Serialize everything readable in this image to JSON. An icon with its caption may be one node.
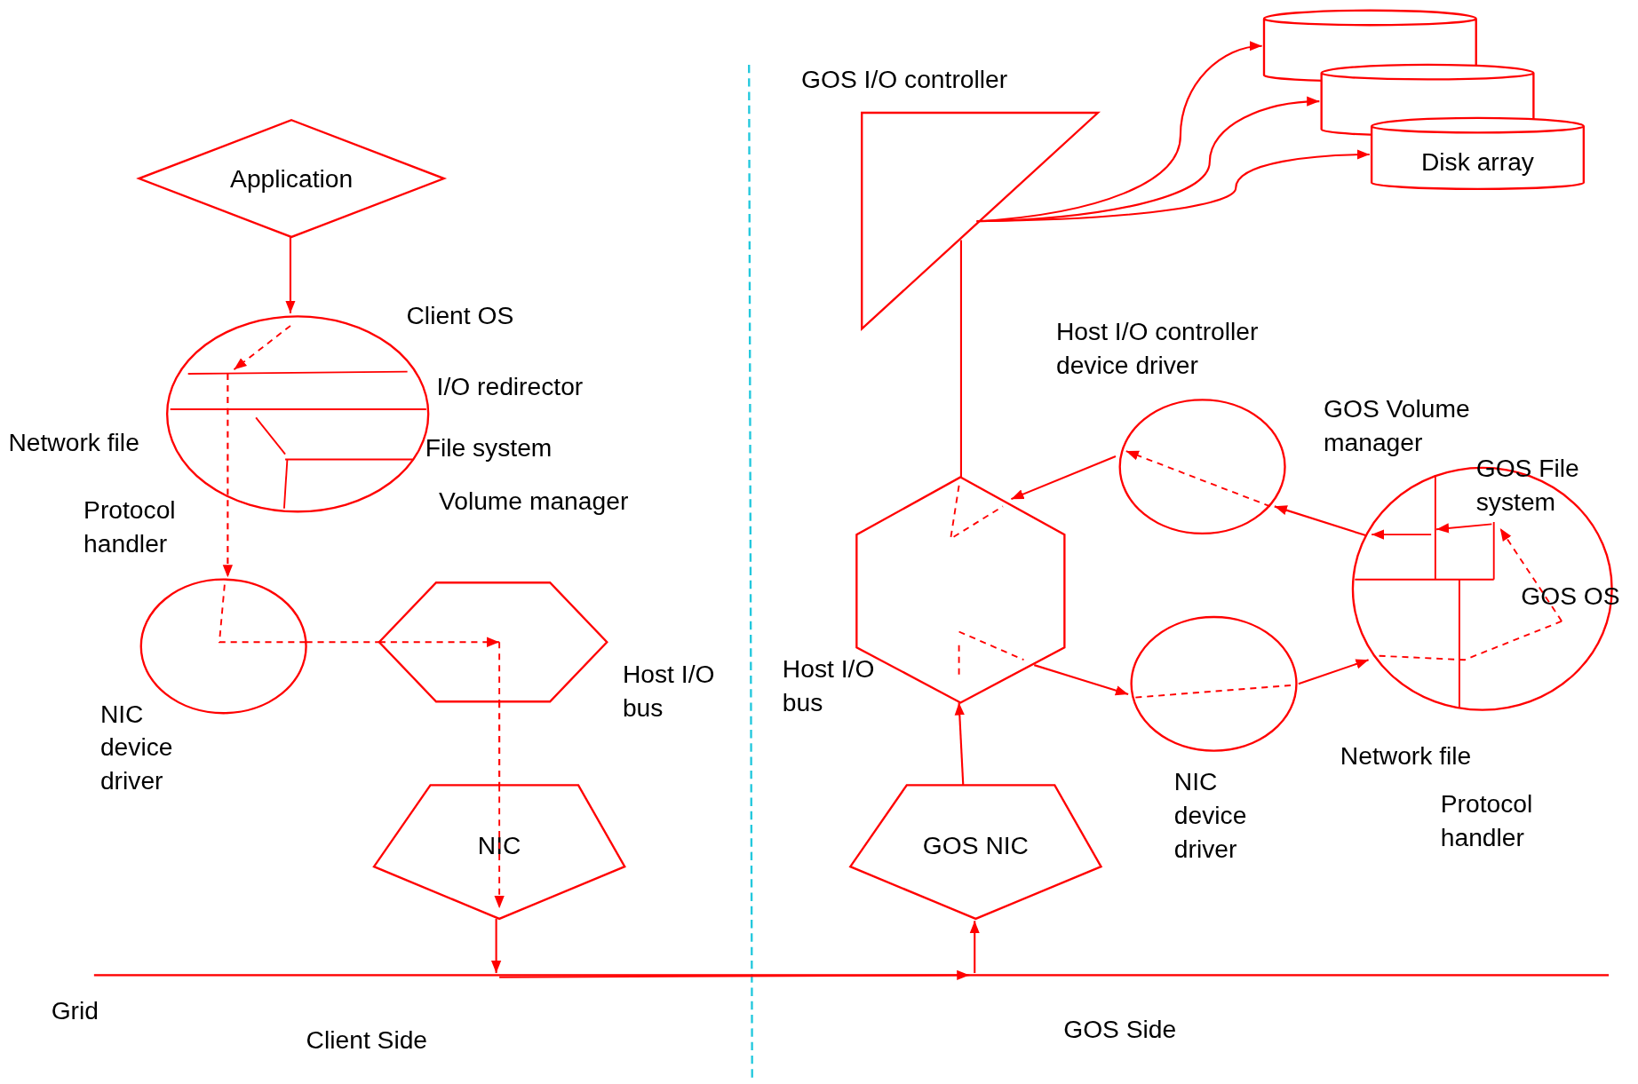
{
  "diagram": {
    "nodes": [
      {
        "text": [
          "Application"
        ]
      },
      {
        "text": [],
        "shape": "circle"
      },
      {
        "text": [],
        "shape": "circle"
      },
      {
        "text": [],
        "shape": "hexagon"
      },
      {
        "text": [
          "NIC"
        ]
      },
      {
        "text": [],
        "shape": "triangle"
      },
      {
        "text": [],
        "shape": "cylinder"
      },
      {
        "text": [],
        "shape": "cylinder"
      },
      {
        "text": [
          "Disk array"
        ]
      },
      {
        "text": [],
        "shape": "hexagon"
      },
      {
        "text": [],
        "shape": "circle"
      },
      {
        "text": [],
        "shape": "circle"
      },
      {
        "text": [],
        "shape": "circle"
      },
      {
        "text": [
          "GOS NIC"
        ]
      },
      {
        "text": [],
        "shape": "bar"
      }
    ],
    "edges": [
      {
        "from": 0,
        "to": 1,
        "arrow": "to"
      },
      {
        "from": 1,
        "to": 2,
        "arrow": "to",
        "style": "dashed"
      },
      {
        "from": 2,
        "to": 3,
        "arrow": "none",
        "style": "dashed"
      },
      {
        "from": 3,
        "to": 4,
        "arrow": "none",
        "style": "dashed"
      },
      {
        "from": 4,
        "to": 14,
        "arrow": "to"
      },
      {
        "from": 14,
        "to": 13,
        "arrow": "to"
      },
      {
        "from": 13,
        "to": 9,
        "arrow": "to"
      },
      {
        "from": 9,
        "to": 5,
        "arrow": "none"
      },
      {
        "from": 5,
        "to": 6,
        "arrow": "to"
      },
      {
        "from": 5,
        "to": 7,
        "arrow": "to"
      },
      {
        "from": 5,
        "to": 8,
        "arrow": "to"
      },
      {
        "from": 10,
        "to": 9,
        "arrow": "to"
      },
      {
        "from": 12,
        "to": 10,
        "arrow": "to"
      },
      {
        "from": 9,
        "to": 11,
        "arrow": "to"
      },
      {
        "from": 11,
        "to": 12,
        "arrow": "to"
      }
    ],
    "labels": [
      "GOS I/O controller",
      "Client OS",
      "I/O redirector",
      "Network file",
      "File system",
      "Protocol handler",
      "Volume manager",
      "Host I/O controller device driver",
      "GOS Volume manager",
      "GOS File system",
      "GOS OS",
      "Host I/O bus",
      "NIC device driver",
      "Host I/O bus",
      "NIC device driver",
      "Network file",
      "Protocol handler",
      "Grid",
      "Client Side",
      "GOS Side"
    ]
  }
}
